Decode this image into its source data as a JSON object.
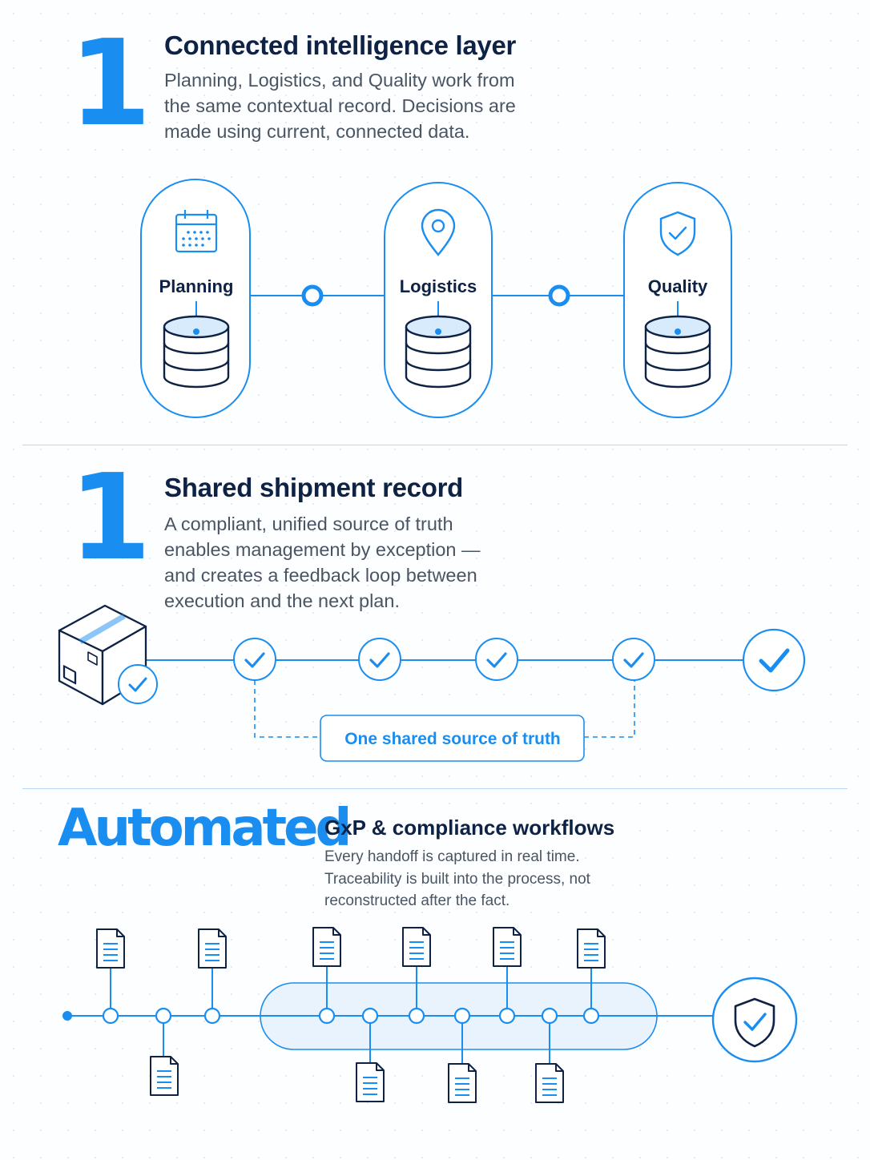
{
  "section1": {
    "number": "1",
    "title": "Connected intelligence layer",
    "description": "Planning, Logistics, and Quality work from the same contextual record. Decisions are made using current, connected data.",
    "nodes": [
      {
        "label": "Planning",
        "icon": "calendar-icon"
      },
      {
        "label": "Logistics",
        "icon": "location-pin-icon"
      },
      {
        "label": "Quality",
        "icon": "shield-check-icon"
      }
    ]
  },
  "section2": {
    "number": "1",
    "title": "Shared shipment record",
    "description": "A compliant, unified source of truth enables management by exception — and creates a feedback loop between execution and the next plan.",
    "truth_label": "One shared source of truth",
    "checkpoint_count": 4
  },
  "section3": {
    "headline": "Automated",
    "title": "GxP & compliance workflows",
    "description": "Every handoff is captured in real time. Traceability is built into the process, not reconstructed after the fact."
  },
  "colors": {
    "accent": "#1a8ef0",
    "dark": "#0d2244",
    "text": "#4a5563",
    "light_fill": "#e8f3fd"
  }
}
